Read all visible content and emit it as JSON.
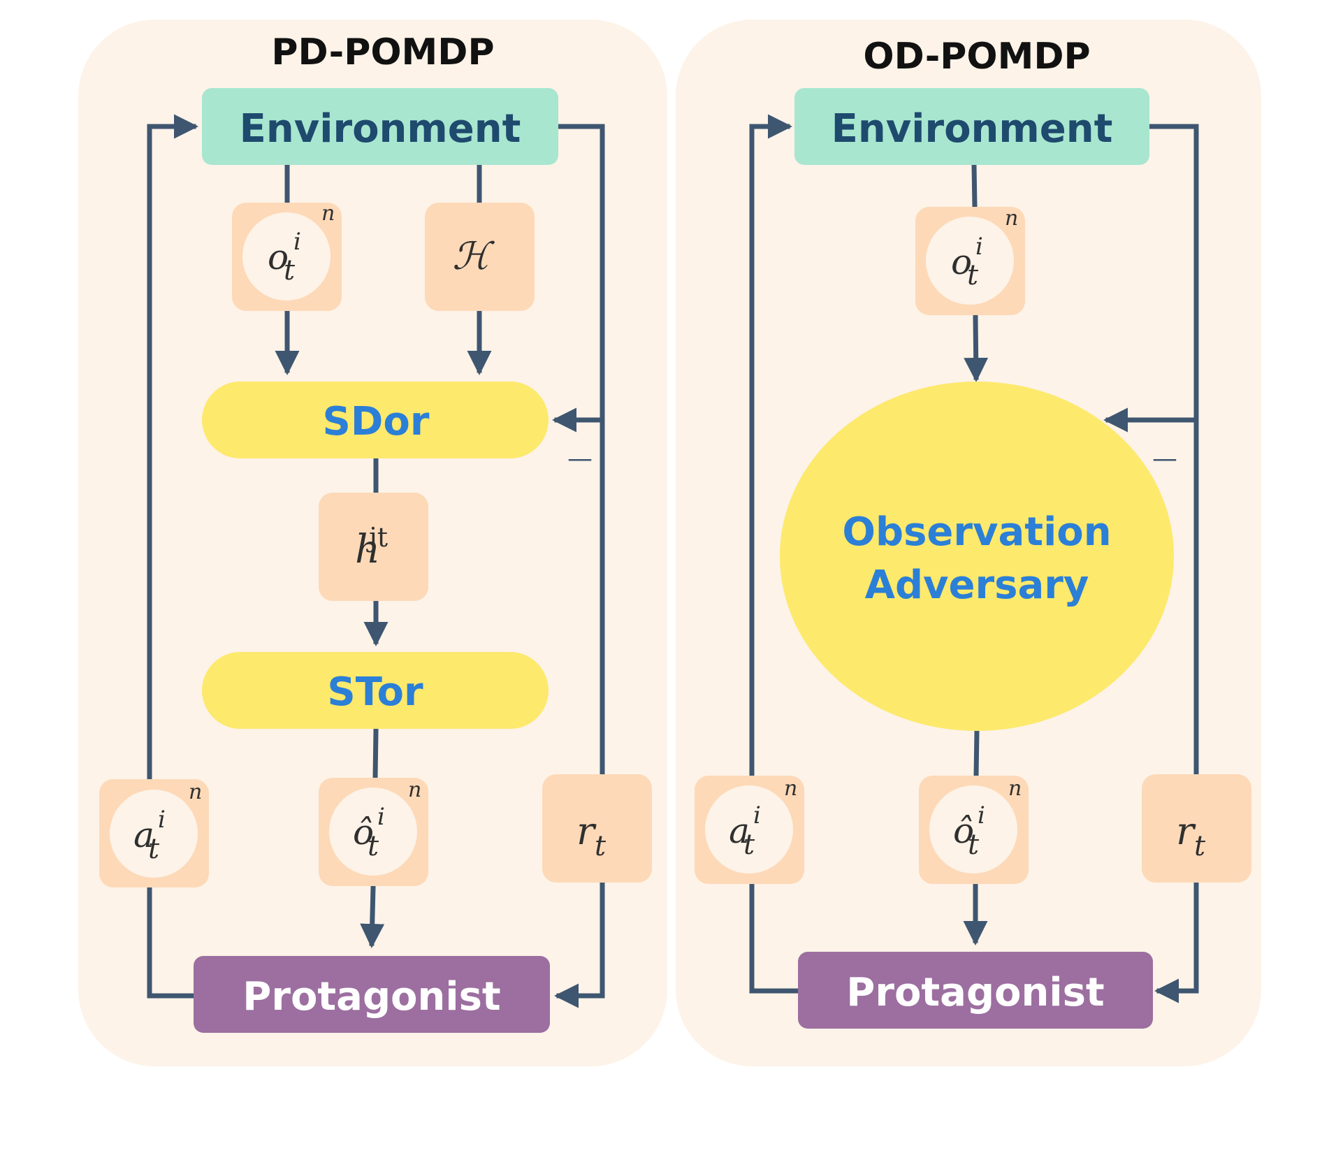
{
  "panels": {
    "left": {
      "title": "PD-POMDP",
      "environment": "Environment",
      "sdor": "SDor",
      "stor": "STor",
      "protagonist": "Protagonist",
      "obs_var": "o",
      "obs_sup": "i",
      "obs_sub": "t",
      "obs_n": "n",
      "history_symbol": "ℋ",
      "hjt_base": "h",
      "hjt_sup": "jt",
      "action_var": "a",
      "action_sup": "i",
      "action_sub": "t",
      "action_n": "n",
      "obs_hat_var": "ô",
      "obs_hat_sup": "i",
      "obs_hat_sub": "t",
      "obs_hat_n": "n",
      "reward_var": "r",
      "reward_sub": "t",
      "minus_sign": "—"
    },
    "right": {
      "title": "OD-POMDP",
      "environment": "Environment",
      "adversary_line1": "Observation",
      "adversary_line2": "Adversary",
      "protagonist": "Protagonist",
      "obs_var": "o",
      "obs_sup": "i",
      "obs_sub": "t",
      "obs_n": "n",
      "action_var": "a",
      "action_sup": "i",
      "action_sub": "t",
      "action_n": "n",
      "obs_hat_var": "ô",
      "obs_hat_sup": "i",
      "obs_hat_sub": "t",
      "obs_hat_n": "n",
      "reward_var": "r",
      "reward_sub": "t",
      "minus_sign": "—"
    }
  },
  "colors": {
    "panel_bg": "#fdf3e8",
    "environment_fill": "#a8e6d0",
    "environment_text": "#1e4a6e",
    "ellipse_fill": "#fde96c",
    "ellipse_text": "#2b7fd6",
    "protagonist_fill": "#9c6fa0",
    "protagonist_text": "#ffffff",
    "token_box": "#fdd9b8",
    "token_circle": "#fdf3e8",
    "connector": "#3e5670"
  }
}
